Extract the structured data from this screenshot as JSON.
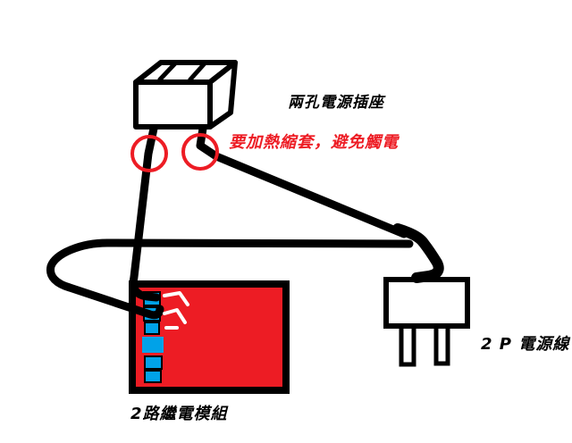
{
  "diagram": {
    "type": "hand-drawn-wiring-diagram",
    "background_color": "#ffffff",
    "colors": {
      "wire_black": "#000000",
      "module_red": "#ed1c24",
      "annotation_red": "#ed1c24",
      "terminal_blue": "#00a2e8",
      "component_fill": "#ffffff"
    },
    "labels": {
      "socket": "兩孔電源插座",
      "warning": "要加熱縮套，避免觸電",
      "relay": "2路繼電模組",
      "power_cord": "2 P 電源線"
    },
    "components": {
      "socket": {
        "label": "兩孔電源插座",
        "shape": "3d-box",
        "terminals": 2
      },
      "heat_shrink_highlights": {
        "label": "要加熱縮套，避免觸電",
        "count": 2,
        "shape": "red-circle"
      },
      "relay_module": {
        "label": "2路繼電模組",
        "shape": "red-board",
        "blue_terminals": 6,
        "white_marks": 3
      },
      "power_plug": {
        "label": "2 P 電源線",
        "shape": "plug-with-2-prongs"
      }
    }
  }
}
